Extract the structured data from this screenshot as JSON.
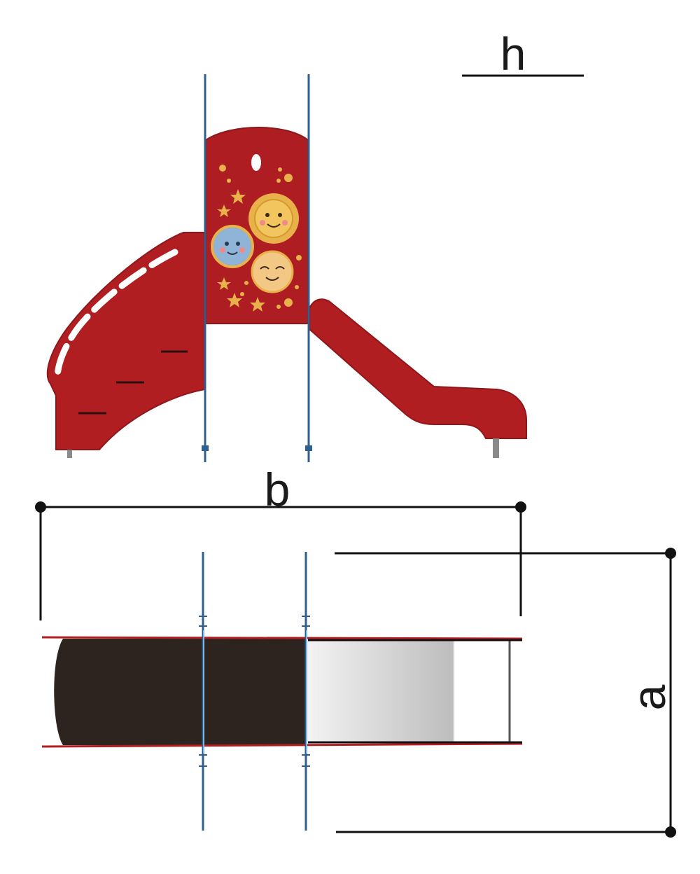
{
  "labels": {
    "height": "h",
    "width": "b",
    "depth": "a"
  },
  "colors": {
    "slide_red": "#b01e22",
    "slide_red_dark": "#8f171a",
    "panel_red": "#ad1d21",
    "post_blue": "#2f5f8f",
    "post_highlight": "#7db6e8",
    "dimension_line": "#111111",
    "deck_brown": "#2d241f",
    "chute_grey": "#c9c9c9",
    "decor_orange": "#e9b14a",
    "decor_blue": "#8fb4d8"
  }
}
